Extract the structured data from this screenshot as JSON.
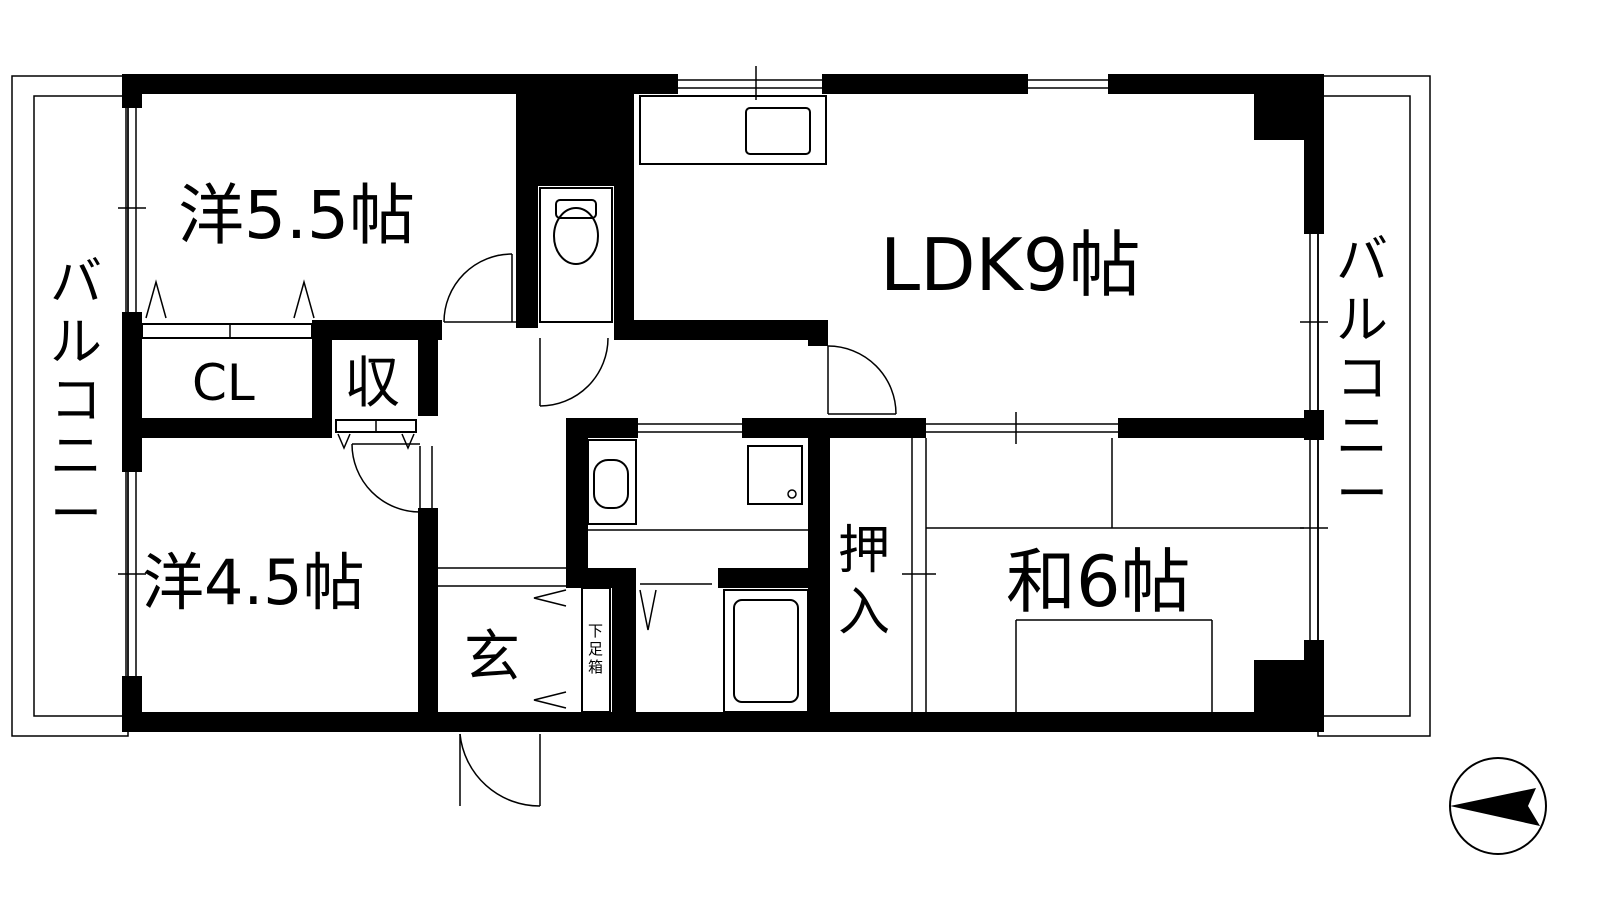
{
  "rooms": {
    "western_room_1": "洋5.5帖",
    "western_room_2": "洋4.5帖",
    "ldk": "LDK9帖",
    "japanese_room": "和6帖",
    "closet": "CL",
    "storage": "収",
    "oshiire_line1": "押",
    "oshiire_line2": "入",
    "entrance": "玄",
    "shoe_box_1": "下",
    "shoe_box_2": "足",
    "shoe_box_3": "箱"
  },
  "balcony_left": [
    "バ",
    "ル",
    "コ",
    "ニ",
    "ー"
  ],
  "balcony_right": [
    "バ",
    "ル",
    "コ",
    "ニ",
    "ー"
  ]
}
